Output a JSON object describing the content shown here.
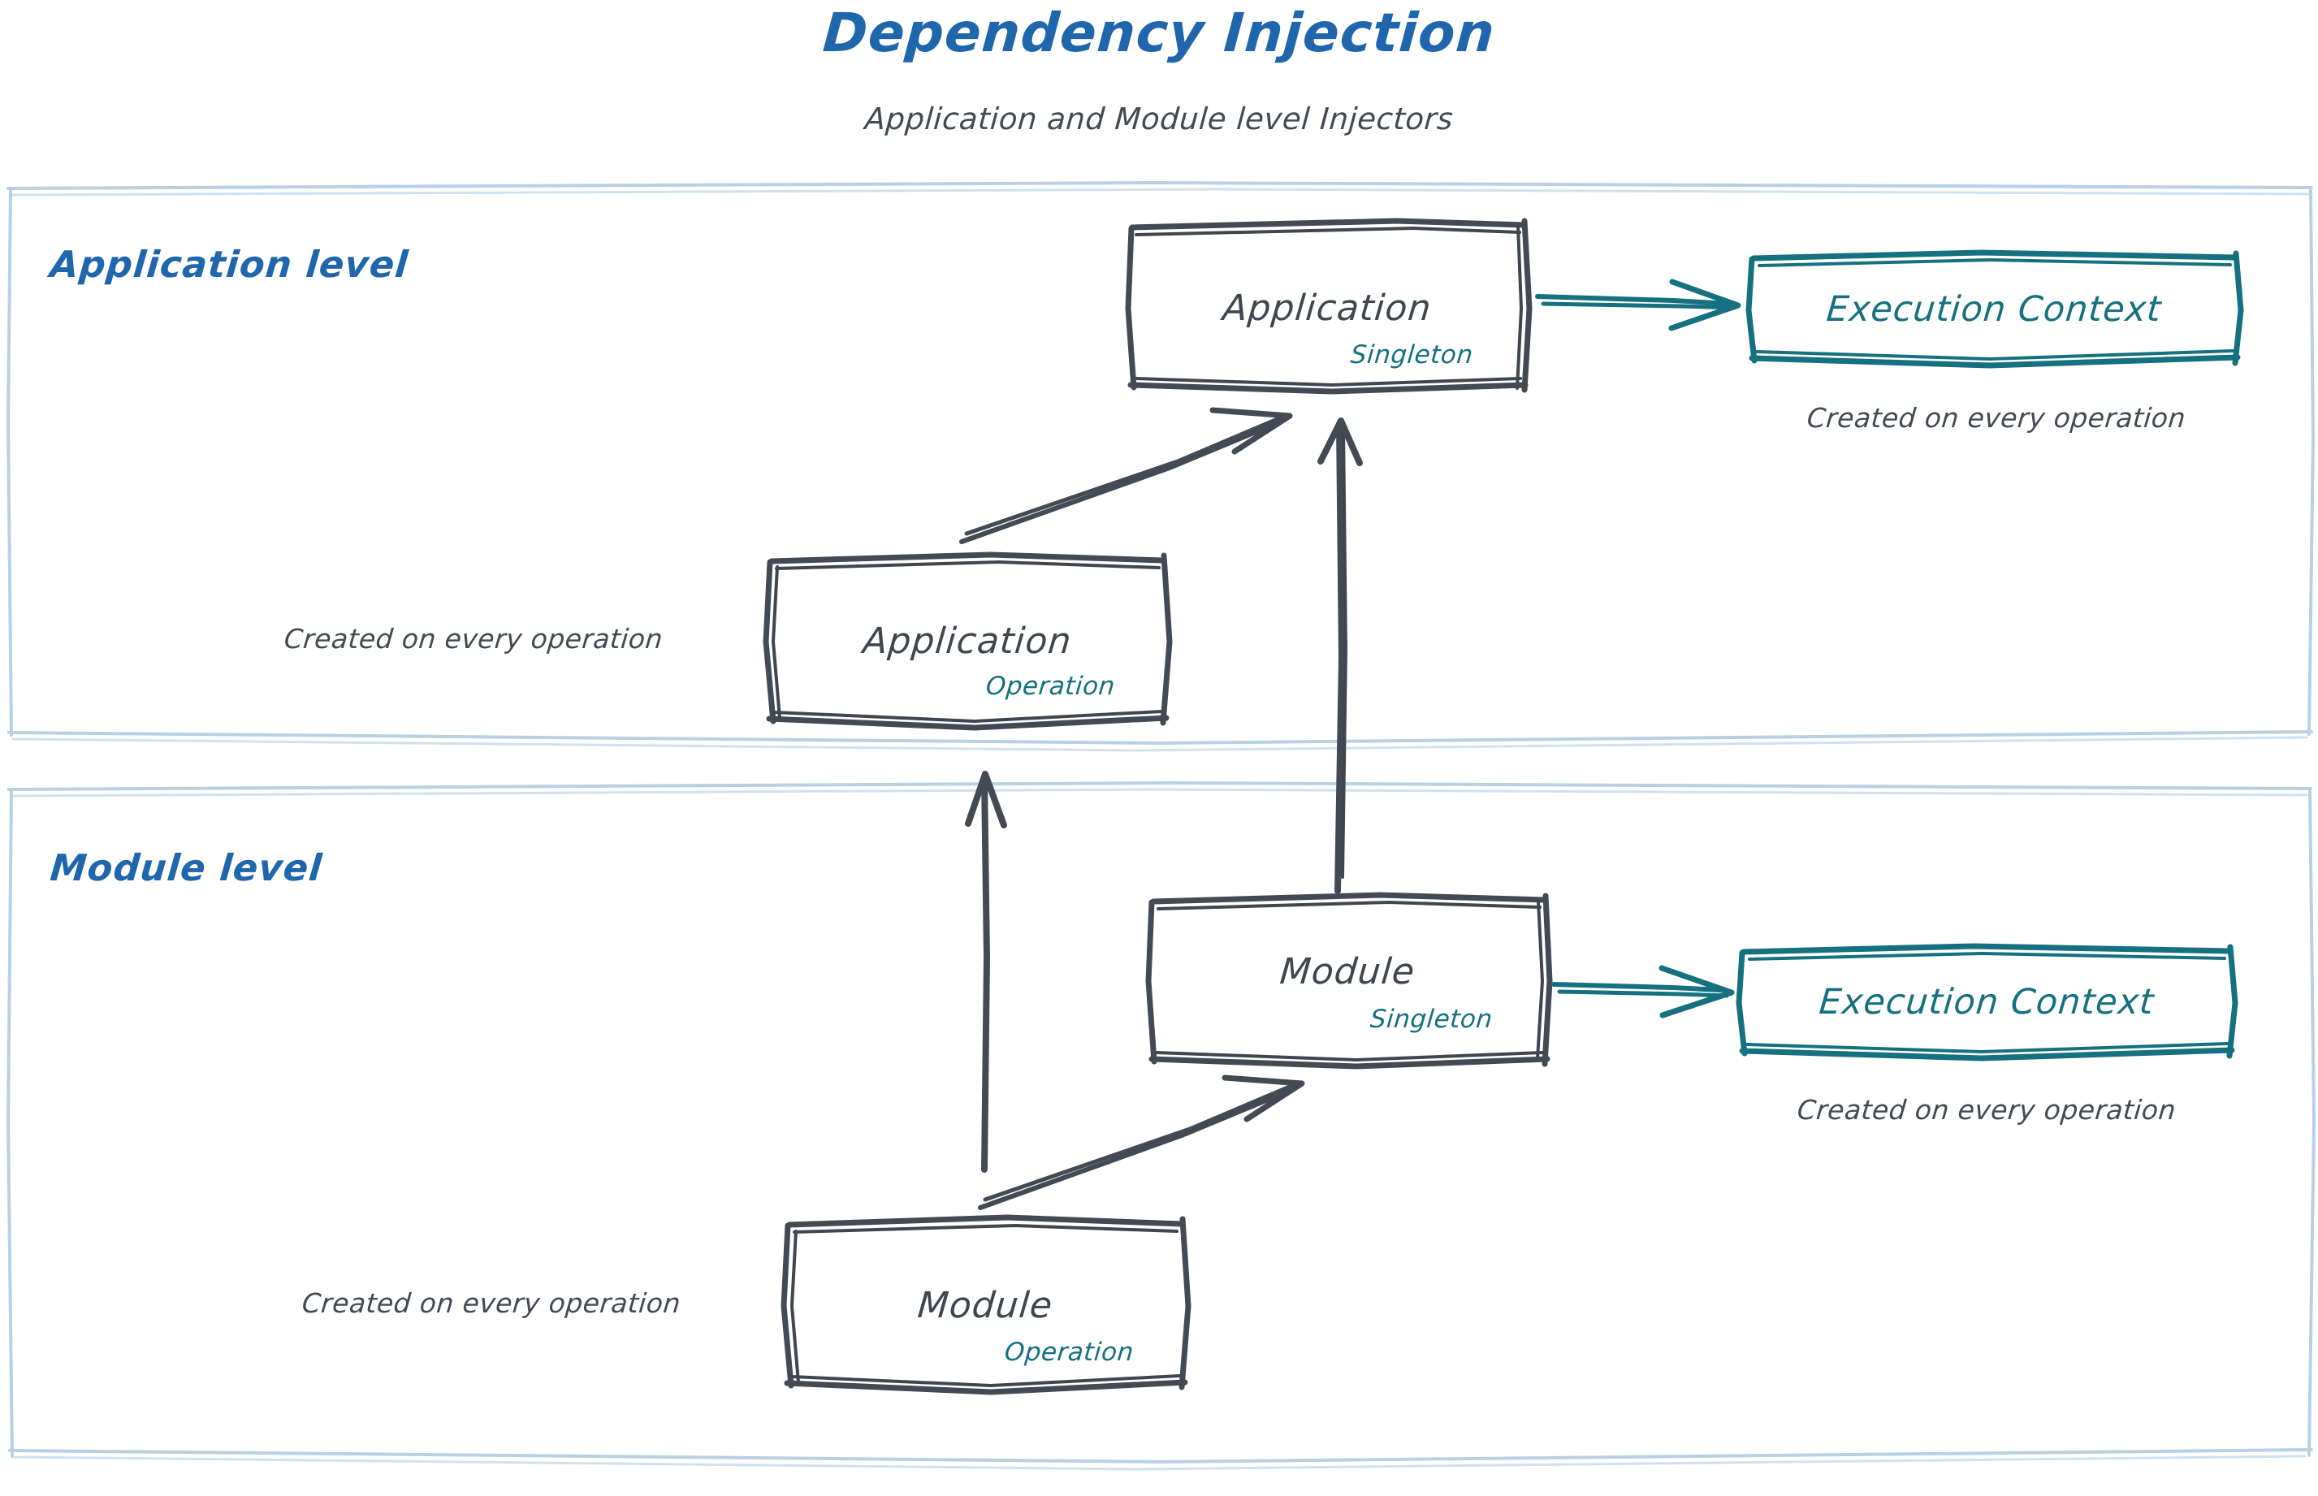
{
  "header": {
    "title": "Dependency Injection",
    "subtitle": "Application and Module level Injectors"
  },
  "colors": {
    "accent_blue": "#1f66ad",
    "accent_teal": "#15707f",
    "ink_gray": "#434a54",
    "container_border": "#b9cfe4"
  },
  "zones": [
    {
      "id": "application-level",
      "label": "Application level",
      "nodes": [
        {
          "id": "application-singleton",
          "title": "Application",
          "scope": "Singleton",
          "scope_color": "#15707f"
        },
        {
          "id": "application-operation",
          "title": "Application",
          "scope": "Operation",
          "scope_color": "#15707f",
          "caption": "Created on every operation"
        }
      ],
      "context": {
        "id": "execution-context-application",
        "title": "Execution Context",
        "caption": "Created on every operation"
      }
    },
    {
      "id": "module-level",
      "label": "Module level",
      "nodes": [
        {
          "id": "module-singleton",
          "title": "Module",
          "scope": "Singleton",
          "scope_color": "#15707f"
        },
        {
          "id": "module-operation",
          "title": "Module",
          "scope": "Operation",
          "scope_color": "#15707f",
          "caption": "Created on every operation"
        }
      ],
      "context": {
        "id": "execution-context-module",
        "title": "Execution Context",
        "caption": "Created on every operation"
      }
    }
  ],
  "edges": [
    {
      "id": "edge-app-singleton-to-exec-context",
      "from": "application-singleton",
      "to": "execution-context-application",
      "color": "#15707f",
      "style": "arrow-right"
    },
    {
      "id": "edge-app-operation-to-app-singleton",
      "from": "application-operation",
      "to": "application-singleton",
      "color": "#434a54",
      "style": "arrow-diagonal-up-right"
    },
    {
      "id": "edge-module-singleton-to-app-singleton",
      "from": "module-singleton",
      "to": "application-singleton",
      "color": "#434a54",
      "style": "arrow-up"
    },
    {
      "id": "edge-module-operation-to-app-operation",
      "from": "module-operation",
      "to": "application-operation",
      "color": "#434a54",
      "style": "arrow-up"
    },
    {
      "id": "edge-module-operation-to-module-singleton",
      "from": "module-operation",
      "to": "module-singleton",
      "color": "#434a54",
      "style": "arrow-diagonal-up-right"
    },
    {
      "id": "edge-module-singleton-to-exec-context",
      "from": "module-singleton",
      "to": "execution-context-module",
      "color": "#15707f",
      "style": "arrow-right"
    }
  ]
}
